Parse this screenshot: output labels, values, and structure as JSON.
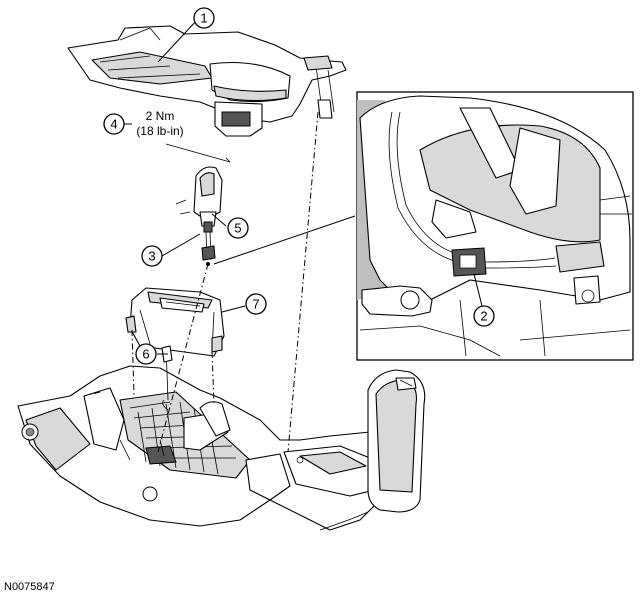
{
  "figure_id": "N0075847",
  "callouts": [
    {
      "number": "1"
    },
    {
      "number": "2"
    },
    {
      "number": "3"
    },
    {
      "number": "4"
    },
    {
      "number": "5"
    },
    {
      "number": "6"
    },
    {
      "number": "7"
    }
  ],
  "torque_spec": {
    "primary": "2 Nm",
    "secondary": "(18 lb-in)"
  }
}
